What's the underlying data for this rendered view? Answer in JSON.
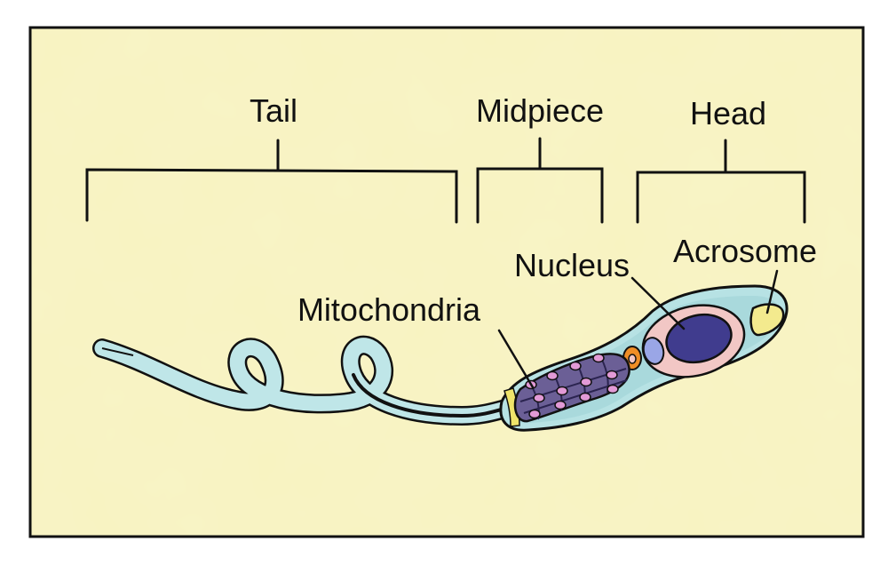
{
  "diagram": {
    "labels": {
      "tail": "Tail",
      "midpiece": "Midpiece",
      "head": "Head",
      "nucleus": "Nucleus",
      "acrosome": "Acrosome",
      "mitochondria": "Mitochondria"
    },
    "colors": {
      "background": "#fbf8d2",
      "frame": "#111111",
      "outer_membrane": "#b7e2e4",
      "cell_body": "#a9d9dc",
      "nucleus_region": "#f2c7c5",
      "nucleus": "#403c8e",
      "acrosome": "#f3ea8e",
      "centriole": "#ef8e26",
      "mitochondria": "#6b5f96",
      "mito_spots": "#e29ad6",
      "axial_filament": "#111111",
      "band": "#efe46a"
    }
  }
}
